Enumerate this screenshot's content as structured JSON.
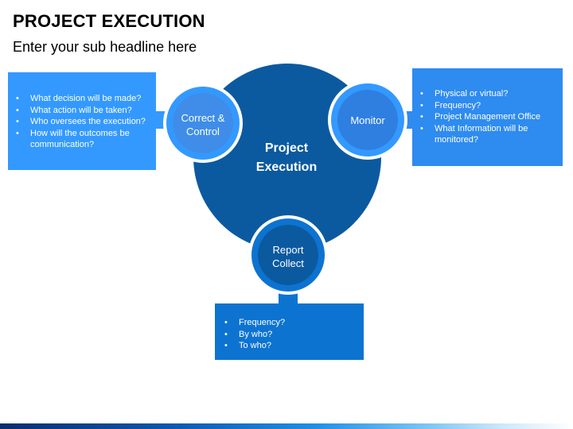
{
  "slide": {
    "title": "PROJECT EXECUTION",
    "subtitle": "Enter your sub headline here"
  },
  "diagram": {
    "center": {
      "line1": "Project",
      "line2": "Execution"
    },
    "nodes": {
      "correct_control": {
        "line1": "Correct &",
        "line2": "Control",
        "items": [
          "What decision will be made?",
          "What action will be taken?",
          "Who oversees the execution?",
          "How will the outcomes be communication?"
        ]
      },
      "monitor": {
        "label": "Monitor",
        "items": [
          "Physical or virtual?",
          "Frequency?",
          "Project Management Office",
          "What Information will be monitored?"
        ]
      },
      "report_collect": {
        "line1": "Report",
        "line2": "Collect",
        "items": [
          "Frequency?",
          "By who?",
          "To who?"
        ]
      }
    }
  },
  "colors": {
    "center_circle": "#0b5aa0",
    "node_ring": "#3399ff",
    "correct_node_fill": "#3f8de8",
    "monitor_node_fill": "#2f7fe0",
    "report_node_fill": "#0b5aa0",
    "left_box": "#3399ff",
    "right_box": "#2e8bf0",
    "bottom_box": "#0d73d1"
  }
}
